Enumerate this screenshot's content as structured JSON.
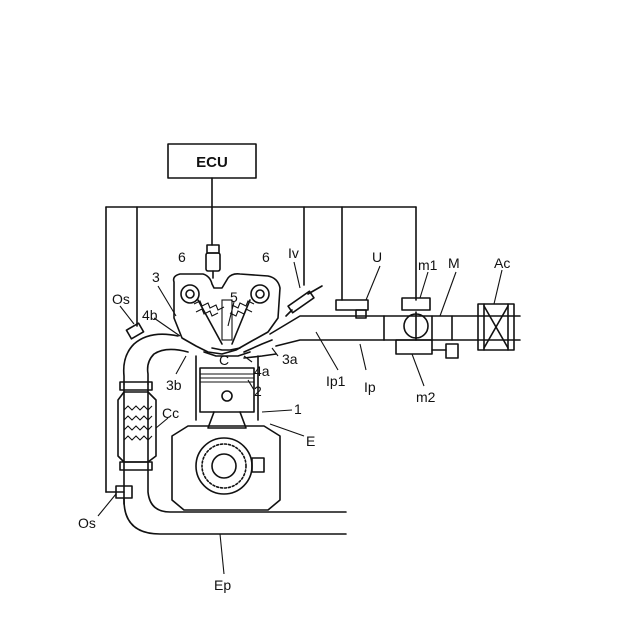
{
  "ecu": "ECU",
  "labels": {
    "os_top": "Os",
    "os_bottom": "Os",
    "three": "3",
    "four_b": "4b",
    "three_b": "3b",
    "six_left": "6",
    "six_right": "6",
    "five": "5",
    "iv": "Iv",
    "c": "C",
    "three_a": "3a",
    "four_a": "4a",
    "ip1": "Ip1",
    "ip": "Ip",
    "two": "2",
    "one": "1",
    "cc": "Cc",
    "e": "E",
    "u": "U",
    "m1": "m1",
    "m": "M",
    "m2": "m2",
    "ac": "Ac",
    "ep": "Ep"
  }
}
